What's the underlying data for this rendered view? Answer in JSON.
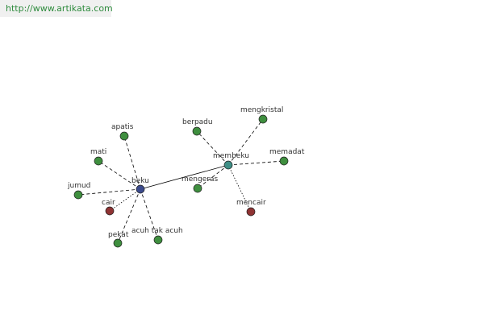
{
  "header": {
    "url": "http://www.artikata.com"
  },
  "colors": {
    "hub_root": "#3b4a8c",
    "hub_secondary": "#3f8f86",
    "synonym": "#3f8f3f",
    "antonym": "#8f3333",
    "edge": "#000000",
    "banner_text": "#2e8b3d"
  },
  "graph": {
    "nodes": [
      {
        "id": "beku",
        "label": "beku",
        "kind": "hub_root"
      },
      {
        "id": "membeku",
        "label": "membeku",
        "kind": "hub_secondary"
      },
      {
        "id": "apatis",
        "label": "apatis",
        "kind": "synonym"
      },
      {
        "id": "mati",
        "label": "mati",
        "kind": "synonym"
      },
      {
        "id": "jumud",
        "label": "jumud",
        "kind": "synonym"
      },
      {
        "id": "cair",
        "label": "cair",
        "kind": "antonym"
      },
      {
        "id": "pekat",
        "label": "pekat",
        "kind": "synonym"
      },
      {
        "id": "acuh-tak-acuh",
        "label": "acuh tak acuh",
        "kind": "synonym"
      },
      {
        "id": "berpadu",
        "label": "berpadu",
        "kind": "synonym"
      },
      {
        "id": "mengeras",
        "label": "mengeras",
        "kind": "synonym"
      },
      {
        "id": "mengkristal",
        "label": "mengkristal",
        "kind": "synonym"
      },
      {
        "id": "memadat",
        "label": "memadat",
        "kind": "synonym"
      },
      {
        "id": "mencair",
        "label": "mencair",
        "kind": "antonym"
      }
    ],
    "edges": [
      {
        "from": "beku",
        "to": "membeku",
        "style": "solid"
      },
      {
        "from": "beku",
        "to": "apatis",
        "style": "dashed"
      },
      {
        "from": "beku",
        "to": "mati",
        "style": "dashed"
      },
      {
        "from": "beku",
        "to": "jumud",
        "style": "dashed"
      },
      {
        "from": "beku",
        "to": "cair",
        "style": "dotted"
      },
      {
        "from": "beku",
        "to": "pekat",
        "style": "dashed"
      },
      {
        "from": "beku",
        "to": "acuh-tak-acuh",
        "style": "dashed"
      },
      {
        "from": "membeku",
        "to": "berpadu",
        "style": "dashed"
      },
      {
        "from": "membeku",
        "to": "mengeras",
        "style": "dashed"
      },
      {
        "from": "membeku",
        "to": "mengkristal",
        "style": "dashed"
      },
      {
        "from": "membeku",
        "to": "memadat",
        "style": "dashed"
      },
      {
        "from": "membeku",
        "to": "mencair",
        "style": "dotted"
      }
    ]
  }
}
